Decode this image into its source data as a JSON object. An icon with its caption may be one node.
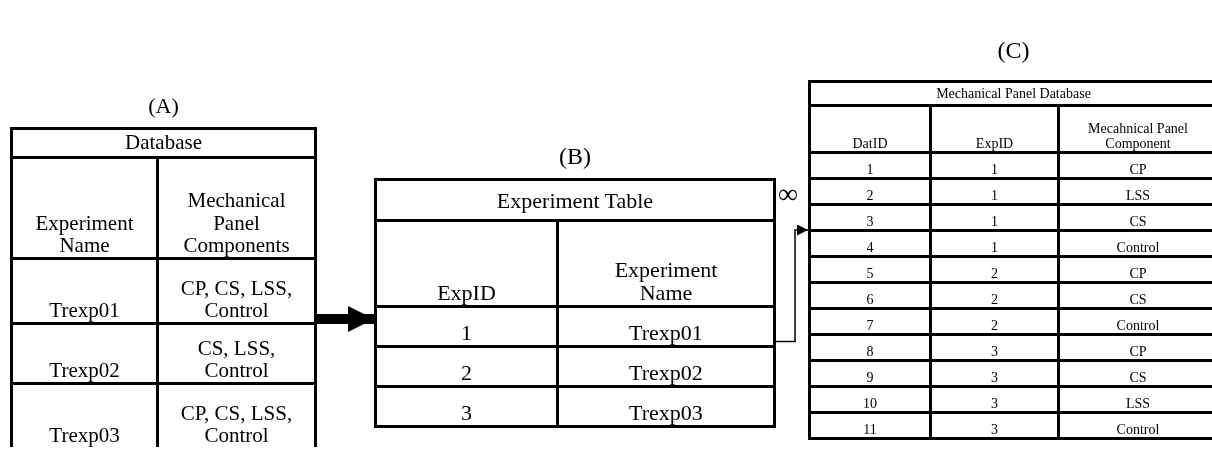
{
  "diagram": {
    "nodes": [
      {
        "text": [
          "(A)",
          "Database"
        ]
      },
      {
        "text": [
          "(B)",
          "Experiment Table"
        ]
      },
      {
        "text": [
          "(C)",
          "Mechanical Panel Database"
        ]
      }
    ],
    "edges": [
      {
        "from": 0,
        "to": 1,
        "arrow": "to",
        "style": "thick"
      },
      {
        "from": 1,
        "to": 2,
        "arrow": "to",
        "label": "∞"
      }
    ],
    "labels": [
      "Experiment Name",
      "Mechanical Panel Components",
      "Trexp01",
      "CP, CS, LSS, Control",
      "Trexp02",
      "CS, LSS, Control",
      "Trexp03",
      "CP, CS, LSS, Control",
      "ExpID",
      "Experiment Name",
      "1",
      "Trexp01",
      "2",
      "Trexp02",
      "3",
      "Trexp03",
      "DatID",
      "ExpID",
      "Mecahnical Panel Component",
      "1",
      "1",
      "CP",
      "2",
      "1",
      "LSS",
      "3",
      "1",
      "CS",
      "4",
      "1",
      "Control",
      "5",
      "2",
      "CP",
      "6",
      "2",
      "CS",
      "7",
      "2",
      "Control",
      "8",
      "3",
      "CP",
      "9",
      "3",
      "CS",
      "10",
      "3",
      "LSS",
      "11",
      "3",
      "Control"
    ]
  }
}
